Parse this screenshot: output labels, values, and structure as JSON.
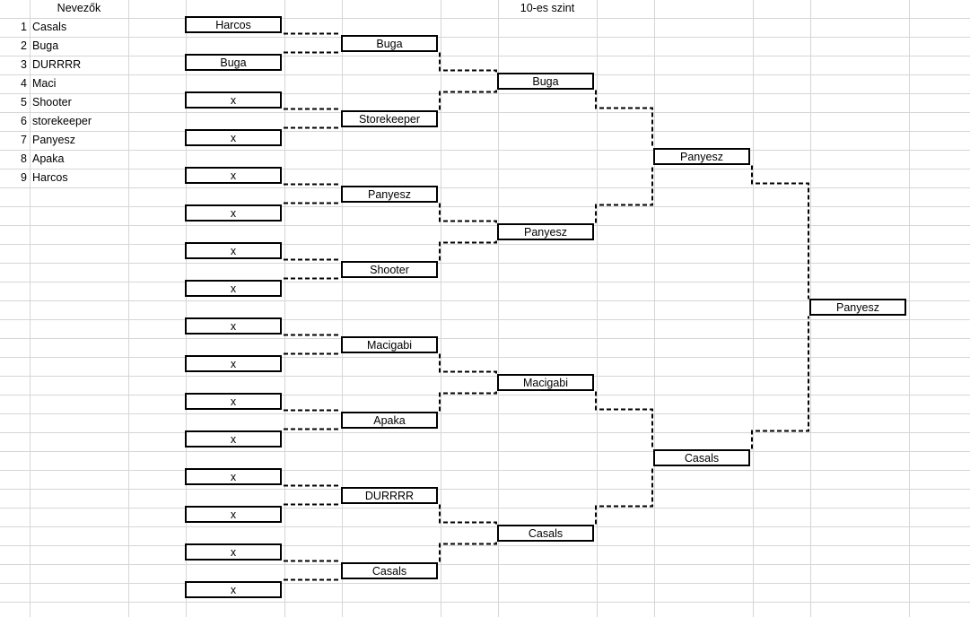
{
  "entrants": {
    "header": "Nevezők",
    "items": [
      {
        "num": "1",
        "name": "Casals"
      },
      {
        "num": "2",
        "name": "Buga"
      },
      {
        "num": "3",
        "name": "DURRRR"
      },
      {
        "num": "4",
        "name": "Maci"
      },
      {
        "num": "5",
        "name": "Shooter"
      },
      {
        "num": "6",
        "name": "storekeeper"
      },
      {
        "num": "7",
        "name": "Panyesz"
      },
      {
        "num": "8",
        "name": "Apaka"
      },
      {
        "num": "9",
        "name": "Harcos"
      }
    ]
  },
  "level_header": "10-es szint",
  "rounds": [
    [
      "Harcos",
      "Buga",
      "x",
      "x",
      "x",
      "x",
      "x",
      "x",
      "x",
      "x",
      "x",
      "x",
      "x",
      "x",
      "x",
      "x"
    ],
    [
      "Buga",
      "Storekeeper",
      "Panyesz",
      "Shooter",
      "Macigabi",
      "Apaka",
      "DURRRR",
      "Casals"
    ],
    [
      "Buga",
      "Panyesz",
      "Macigabi",
      "Casals"
    ],
    [
      "Panyesz",
      "Casals"
    ],
    [
      "Panyesz"
    ]
  ]
}
